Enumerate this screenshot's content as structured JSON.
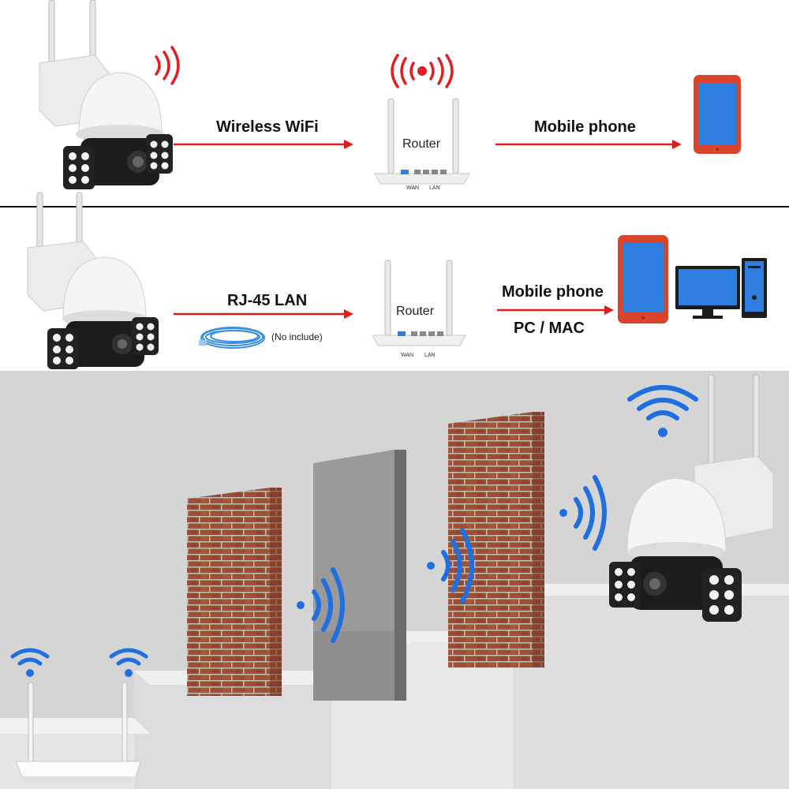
{
  "wireless_panel": {
    "link_label": "Wireless WiFi",
    "router_label": "Router",
    "wan_label": "WAN",
    "lan_label": "LAN",
    "destination_label": "Mobile phone"
  },
  "wired_panel": {
    "link_label": "RJ-45 LAN",
    "cable_note": "(No include)",
    "router_label": "Router",
    "wan_label": "WAN",
    "lan_label": "LAN",
    "destination_label_1": "Mobile phone",
    "destination_label_2": "PC / MAC"
  },
  "colors": {
    "arrow_red": "#d81e1e",
    "signal_red": "#e02020",
    "signal_blue": "#1f6fe0",
    "brick": "#9c4f33",
    "phone_red": "#d9452c",
    "screen_blue": "#2f7fe0"
  },
  "icons": [
    "camera",
    "router",
    "smartphone",
    "desktop-pc",
    "ethernet-cable",
    "wifi-signal",
    "brick-wall",
    "concrete-wall"
  ]
}
